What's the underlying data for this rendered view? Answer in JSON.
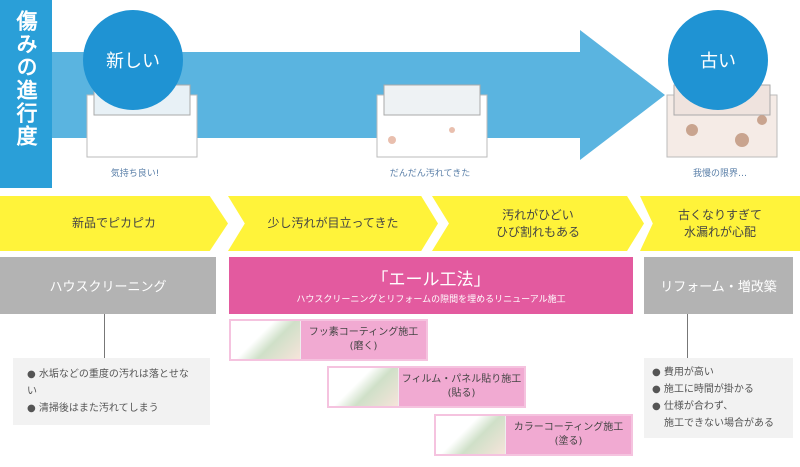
{
  "side_title": "傷みの進行度",
  "stages": {
    "new": "新しい",
    "old": "古い"
  },
  "captions": [
    "気持ち良い!",
    "だんだん汚れてきた",
    "我慢の限界…"
  ],
  "chevrons": [
    "新品でピカピカ",
    "少し汚れが目立ってきた",
    "汚れがひどい\nひび割れもある",
    "古くなりすぎて\n水漏れが心配"
  ],
  "house_cleaning": {
    "label": "ハウスクリーニング",
    "notes": [
      "水垢などの重度の汚れは落とせない",
      "清掃後はまた汚れてしまう"
    ]
  },
  "yell": {
    "title": "「エール工法」",
    "subtitle": "ハウスクリーニングとリフォームの隙間を埋めるリニューアル施工",
    "methods": [
      {
        "name": "フッ素コーティング施工",
        "verb": "(磨く)"
      },
      {
        "name": "フィルム・パネル貼り施工",
        "verb": "(貼る)"
      },
      {
        "name": "カラーコーティング施工",
        "verb": "(塗る)"
      }
    ]
  },
  "reform": {
    "label": "リフォーム・増改築",
    "notes": [
      "費用が高い",
      "施工に時間が掛かる",
      "仕様が合わず、",
      "施工できない場合がある"
    ]
  },
  "colors": {
    "blue": "#2a9fd8",
    "arrow": "#5ab4e0",
    "yellow": "#fff33a",
    "pink": "#e35a9f",
    "gray": "#b3b3b3"
  }
}
